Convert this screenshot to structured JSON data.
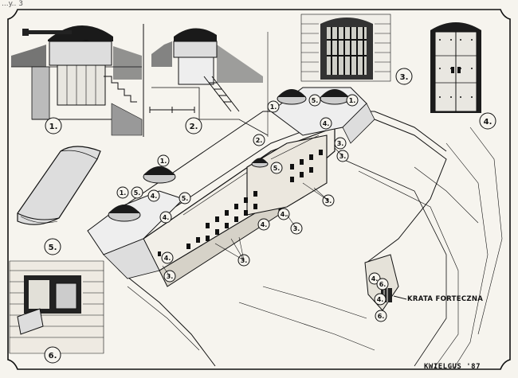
{
  "corner_text": "...y.. 3",
  "signature": "KWIELGUS '87",
  "grate_label": "KRATA FORTECZNA",
  "panels": {
    "p1": "1.",
    "p2": "2.",
    "p3": "3.",
    "p4": "4.",
    "p5": "5.",
    "p6": "6."
  },
  "callouts": {
    "n1": "1.",
    "n2": "2.",
    "n3": "3.",
    "n4": "4.",
    "n5": "5.",
    "n6": "6."
  }
}
